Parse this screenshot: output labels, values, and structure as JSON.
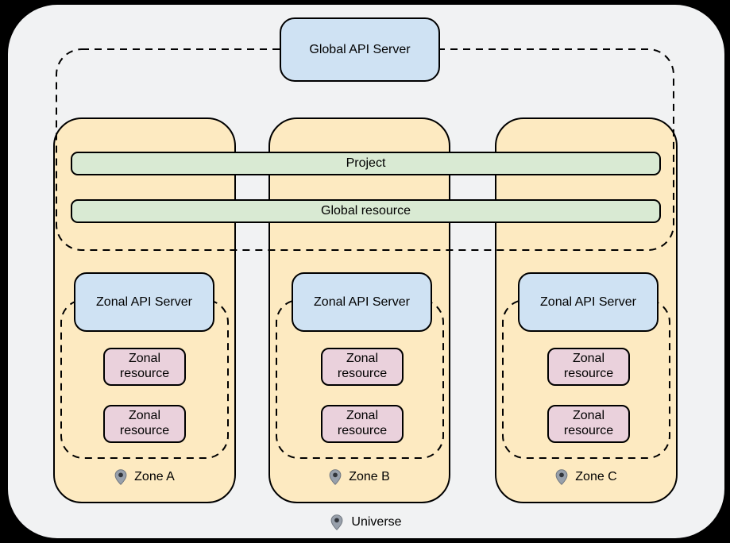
{
  "diagram": {
    "global_api_server_label": "Global API Server",
    "project_label": "Project",
    "global_resource_label": "Global resource",
    "universe_label": "Universe",
    "zones": [
      {
        "name": "Zone A",
        "api_server_label": "Zonal API Server",
        "resources": [
          "Zonal resource",
          "Zonal resource"
        ]
      },
      {
        "name": "Zone B",
        "api_server_label": "Zonal API Server",
        "resources": [
          "Zonal resource",
          "Zonal resource"
        ]
      },
      {
        "name": "Zone C",
        "api_server_label": "Zonal API Server",
        "resources": [
          "Zonal resource",
          "Zonal resource"
        ]
      }
    ],
    "icons": {
      "zone_marker": "location-pin-icon",
      "universe_marker": "location-pin-icon"
    },
    "colors": {
      "background": "#000000",
      "universe_fill": "#f1f2f3",
      "zone_fill": "#fdeac1",
      "api_server_fill": "#cfe2f3",
      "bar_fill": "#d9ead3",
      "resource_fill": "#ead1dc",
      "border": "#000000",
      "pin_fill": "#98a0ab",
      "pin_dot": "#31353b"
    }
  }
}
